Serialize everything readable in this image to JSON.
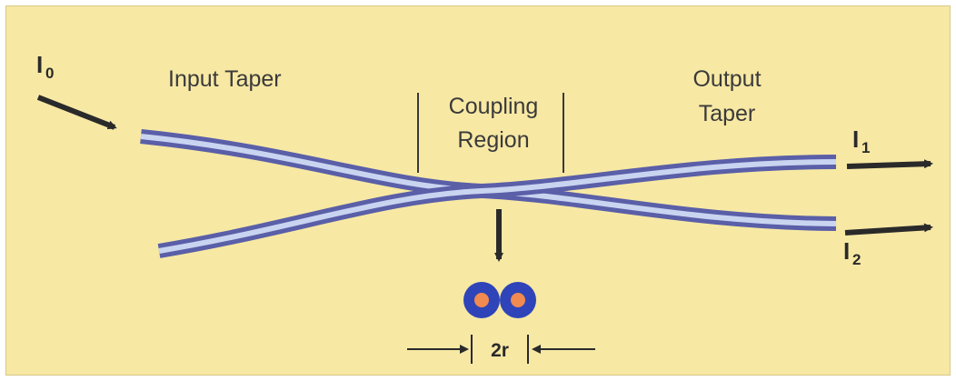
{
  "labels": {
    "input_taper": "Input Taper",
    "coupling_region_line1": "Coupling",
    "coupling_region_line2": "Region",
    "output_taper_line1": "Output",
    "output_taper_line2": "Taper",
    "dimension": "2r"
  },
  "signals": {
    "input": {
      "symbol": "I",
      "subscript": "0"
    },
    "output_1": {
      "symbol": "I",
      "subscript": "1"
    },
    "output_2": {
      "symbol": "I",
      "subscript": "2"
    }
  },
  "colors": {
    "background": "#f7e8a4",
    "fiber_outer": "#5a5fa8",
    "fiber_inner": "#c9d4f0",
    "cladding": "#2f44b8",
    "core": "#f08a50",
    "text": "#3a3a3a",
    "arrow": "#2a2a2a"
  }
}
